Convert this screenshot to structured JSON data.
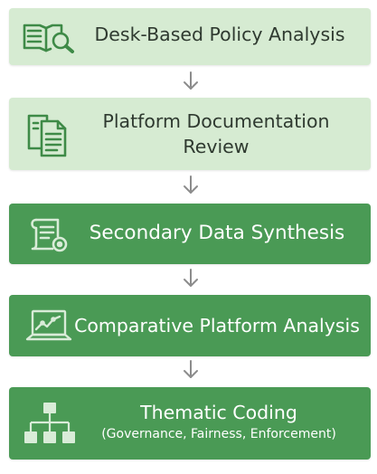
{
  "steps": [
    {
      "title": "Desk-Based Policy Analysis"
    },
    {
      "title_line1": "Platform Documentation",
      "title_line2": "Review"
    },
    {
      "title": "Secondary Data Synthesis"
    },
    {
      "title": "Comparative Platform Analysis"
    },
    {
      "title": "Thematic Coding",
      "subtitle": "(Governance, Fairness, Enforcement)"
    }
  ],
  "icons": [
    "book-search-icon",
    "documents-icon",
    "data-sheet-icon",
    "laptop-chart-icon",
    "hierarchy-icon"
  ],
  "colors": {
    "light_fill": "#d6ebd2",
    "light_icon": "#3e8a47",
    "dark_fill": "#4a9a55",
    "dark_icon": "#d9ecd8",
    "arrow": "#8c8c8c"
  }
}
